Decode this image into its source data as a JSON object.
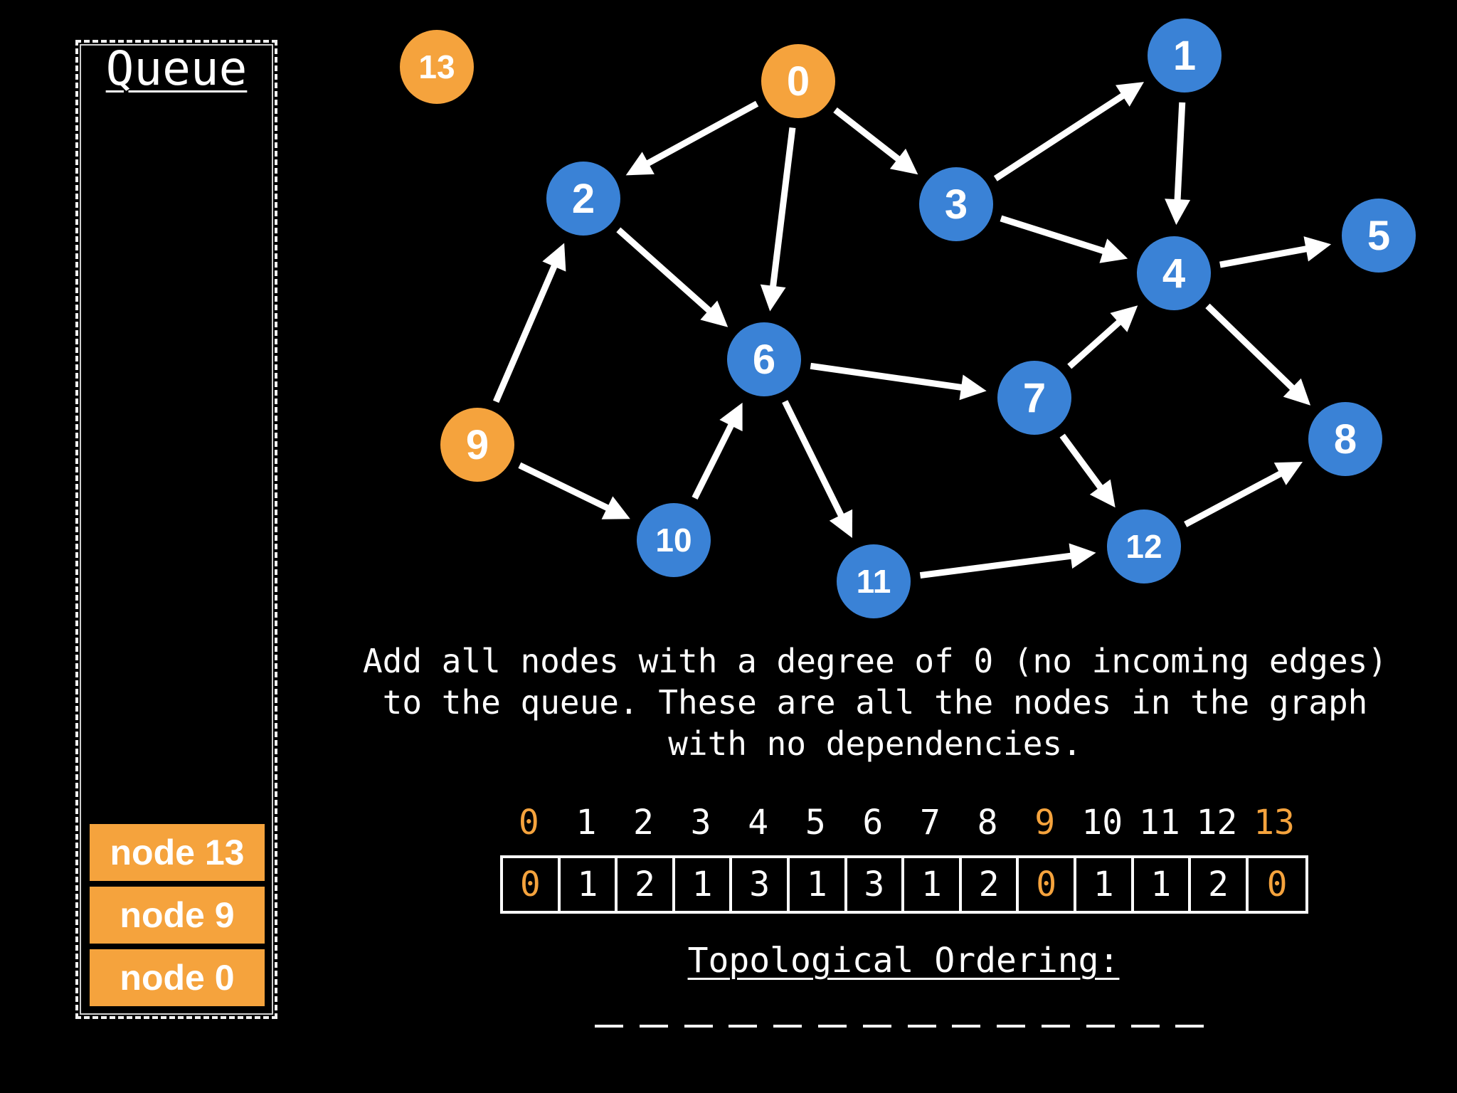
{
  "queue": {
    "title": "Queue",
    "items": [
      "node 13",
      "node 9",
      "node 0"
    ]
  },
  "colors": {
    "background": "#000000",
    "zero_indegree_node": "#f5a33d",
    "node": "#3a82d6",
    "edge": "#ffffff",
    "text": "#ffffff"
  },
  "graph": {
    "nodes": [
      {
        "id": "0",
        "zero": true
      },
      {
        "id": "1",
        "zero": false
      },
      {
        "id": "2",
        "zero": false
      },
      {
        "id": "3",
        "zero": false
      },
      {
        "id": "4",
        "zero": false
      },
      {
        "id": "5",
        "zero": false
      },
      {
        "id": "6",
        "zero": false
      },
      {
        "id": "7",
        "zero": false
      },
      {
        "id": "8",
        "zero": false
      },
      {
        "id": "9",
        "zero": true
      },
      {
        "id": "10",
        "zero": false
      },
      {
        "id": "11",
        "zero": false
      },
      {
        "id": "12",
        "zero": false
      },
      {
        "id": "13",
        "zero": true
      }
    ],
    "edges": [
      [
        "0",
        "2"
      ],
      [
        "0",
        "6"
      ],
      [
        "0",
        "3"
      ],
      [
        "3",
        "1"
      ],
      [
        "3",
        "4"
      ],
      [
        "1",
        "4"
      ],
      [
        "4",
        "5"
      ],
      [
        "4",
        "8"
      ],
      [
        "2",
        "6"
      ],
      [
        "9",
        "2"
      ],
      [
        "9",
        "10"
      ],
      [
        "10",
        "6"
      ],
      [
        "6",
        "7"
      ],
      [
        "6",
        "11"
      ],
      [
        "7",
        "4"
      ],
      [
        "7",
        "12"
      ],
      [
        "11",
        "12"
      ],
      [
        "12",
        "8"
      ]
    ]
  },
  "description": {
    "line1": "Add all nodes with a degree of 0 (no incoming edges)",
    "line2": "to the queue. These are all the nodes in the graph",
    "line3": "with no dependencies."
  },
  "indegree_table": {
    "indices": [
      "0",
      "1",
      "2",
      "3",
      "4",
      "5",
      "6",
      "7",
      "8",
      "9",
      "10",
      "11",
      "12",
      "13"
    ],
    "degrees": [
      "0",
      "1",
      "2",
      "1",
      "3",
      "1",
      "3",
      "1",
      "2",
      "0",
      "1",
      "1",
      "2",
      "0"
    ]
  },
  "topological_ordering": {
    "title": "Topological Ordering:",
    "blank_count": 14
  }
}
